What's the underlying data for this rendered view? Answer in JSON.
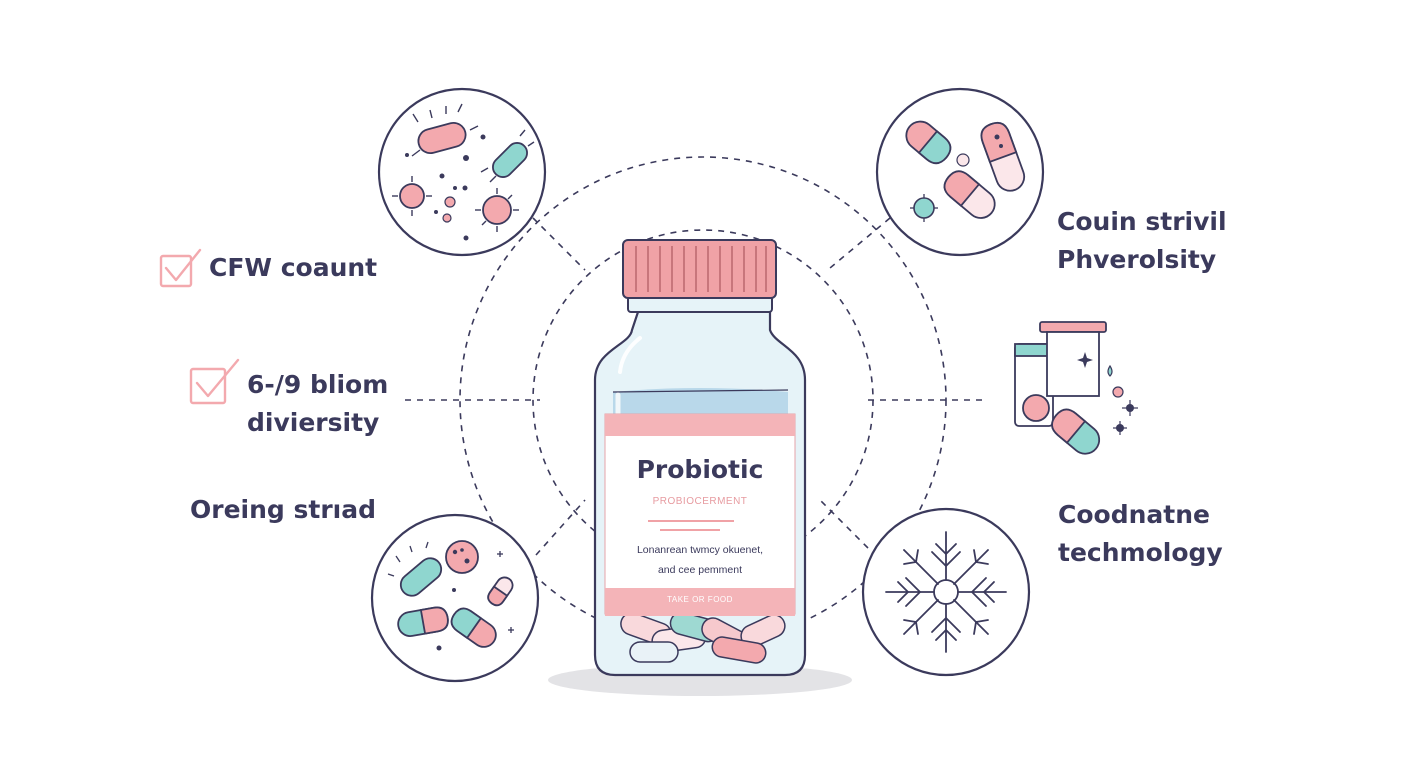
{
  "labels": {
    "cfu": "CFW coaunt",
    "diversity_line1": "6-/9 bliom",
    "diversity_line2": "diviersity",
    "origin": "Oreing strıad",
    "storage_line1": "Couin strivil",
    "storage_line2": "Phverolsity",
    "tech_line1": "Coodnatne",
    "tech_line2": "techmology"
  },
  "jar": {
    "title": "Probiotic",
    "subtitle": "PROBIOCERMENT",
    "desc_line1": "Lonanrean twmcy okuenet,",
    "desc_line2": "and cee pemment",
    "footer": "TAKE OR FOOD"
  },
  "colors": {
    "ink": "#3b3a5c",
    "pink": "#f3a9ae",
    "teal": "#8fd6cf",
    "glass": "#dbeef5",
    "cap": "#f0a2a6"
  },
  "icons": {
    "check": "checkbox-check-icon",
    "microbes": "bacteria-icon",
    "capsules": "capsules-icon",
    "cells": "microbe-cells-icon",
    "lab": "lab-vials-icon",
    "freeze": "snowflake-icon"
  }
}
